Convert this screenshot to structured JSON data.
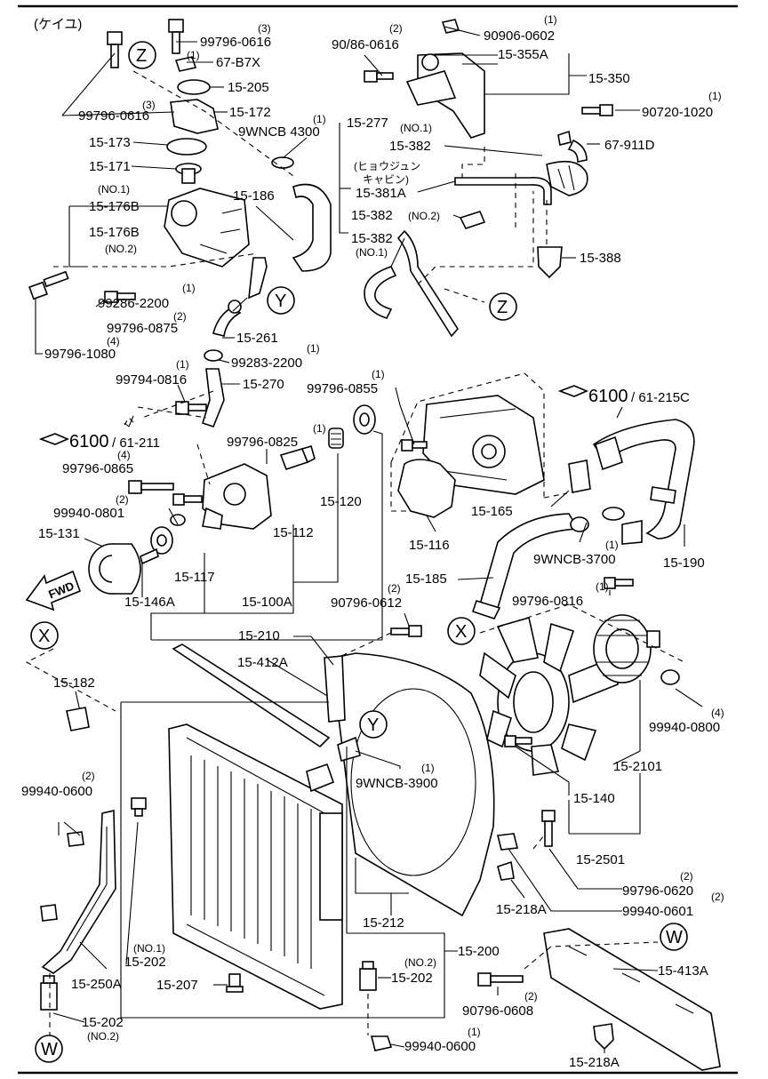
{
  "header": {
    "note": "(ケイユ)"
  },
  "labels": {
    "p99796_0616_top": "99796-0616",
    "p67_B7X": "67-B7X",
    "p15_205": "15-205",
    "p15_172": "15-172",
    "p99796_0616_left": "99796-0616",
    "p15_173": "15-173",
    "p15_171": "15-171",
    "p15_176B_a": "15-176B",
    "p15_176B_b": "15-176B",
    "p99796_1080": "99796-1080",
    "p99286_2200": "99286-2200",
    "p99796_0875": "99796-0875",
    "p15_261": "15-261",
    "p99283_2200": "99283-2200",
    "p15_270": "15-270",
    "p99794_0816": "99794-0816",
    "p9WNCB_4300": "9WNCB 4300",
    "p15_186": "15-186",
    "p15_277": "15-277",
    "p15_382_a": "15-382",
    "p15_381A_note": "(ヒョウジュン\nキャビン)",
    "p15_381A": "15-381A",
    "p15_382_b": "15-382",
    "p15_382_c": "15-382",
    "p90_86_0616": "90/86-0616",
    "p90906_0602": "90906-0602",
    "p15_355A": "15-355A",
    "p15_350": "15-350",
    "p90720_1020": "90720-1020",
    "p67_911D": "67-911D",
    "p15_388": "15-388",
    "p6100_61_215C": "6100",
    "p6100_61_215C_b": "/ 61-215C",
    "p6100_61_211": "6100",
    "p6100_61_211_b": "/ 61-211",
    "p99796_0865": "99796-0865",
    "p99796_0825": "99796-0825",
    "p99796_0855": "99796-0855",
    "p99940_0801": "99940-0801",
    "p15_131": "15-131",
    "p15_112": "15-112",
    "p15_120": "15-120",
    "p15_116": "15-116",
    "p15_165": "15-165",
    "p15_117": "15-117",
    "p15_146A": "15-146A",
    "p15_100A": "15-100A",
    "p9WNCB_3700": "9WNCB-3700",
    "p15_190": "15-190",
    "p15_185": "15-185",
    "p99796_0816": "99796-0816",
    "p90796_0612": "90796-0612",
    "p15_210": "15-210",
    "p15_412A": "15-412A",
    "p15_182": "15-182",
    "p9WNCB_3900": "9WNCB-3900",
    "p99940_0800": "99940-0800",
    "p15_2101": "15-2101",
    "p15_140": "15-140",
    "p15_2501": "15-2501",
    "p99940_0600_a": "99940-0600",
    "p99796_0620": "99796-0620",
    "p99940_0601": "99940-0601",
    "p15_218A_a": "15-218A",
    "p15_212": "15-212",
    "p15_200": "15-200",
    "p15_202_a": "15-202",
    "p15_207": "15-207",
    "p15_202_b": "15-202",
    "p15_250A": "15-250A",
    "p15_202_c": "15-202",
    "p15_413A": "15-413A",
    "p90796_0608": "90796-0608",
    "p99940_0600_b": "99940-0600",
    "p15_218A_b": "15-218A",
    "fwd": "FWD"
  },
  "quantities": {
    "q3a": "(3)",
    "q1_b7x": "(1)",
    "q3b": "(3)",
    "q2_86": "(2)",
    "q1_0602": "(1)",
    "q1_1020": "(1)",
    "q1_4300": "(1)",
    "no1_277": "(NO.1)",
    "no2_382": "(NO.2)",
    "no1_382": "(NO.1)",
    "no1_176": "(NO.1)",
    "no2_176": "(NO.2)",
    "q1_2200": "(1)",
    "q2_0875": "(2)",
    "q4_1080": "(4)",
    "q1_2200b": "(1)",
    "q1_0816a": "(1)",
    "q1_0855": "(1)",
    "q1_0825": "(1)",
    "q4_0865": "(4)",
    "q2_0801": "(2)",
    "q1_3700": "(1)",
    "q1_0816b": "(1)",
    "q2_0612": "(2)",
    "q1_3900": "(1)",
    "q4_0800": "(4)",
    "q2_0600": "(2)",
    "q2_0620": "(2)",
    "q2_0601": "(2)",
    "no1_202": "(NO.1)",
    "no2_202": "(NO.2)",
    "no2_202c": "(NO.2)",
    "q2_0608": "(2)",
    "q1_0600b": "(1)"
  },
  "callouts": {
    "z1": "Z",
    "z2": "Z",
    "y1": "Y",
    "y2": "Y",
    "x1": "X",
    "x2": "X",
    "w1": "W",
    "w2": "W"
  }
}
